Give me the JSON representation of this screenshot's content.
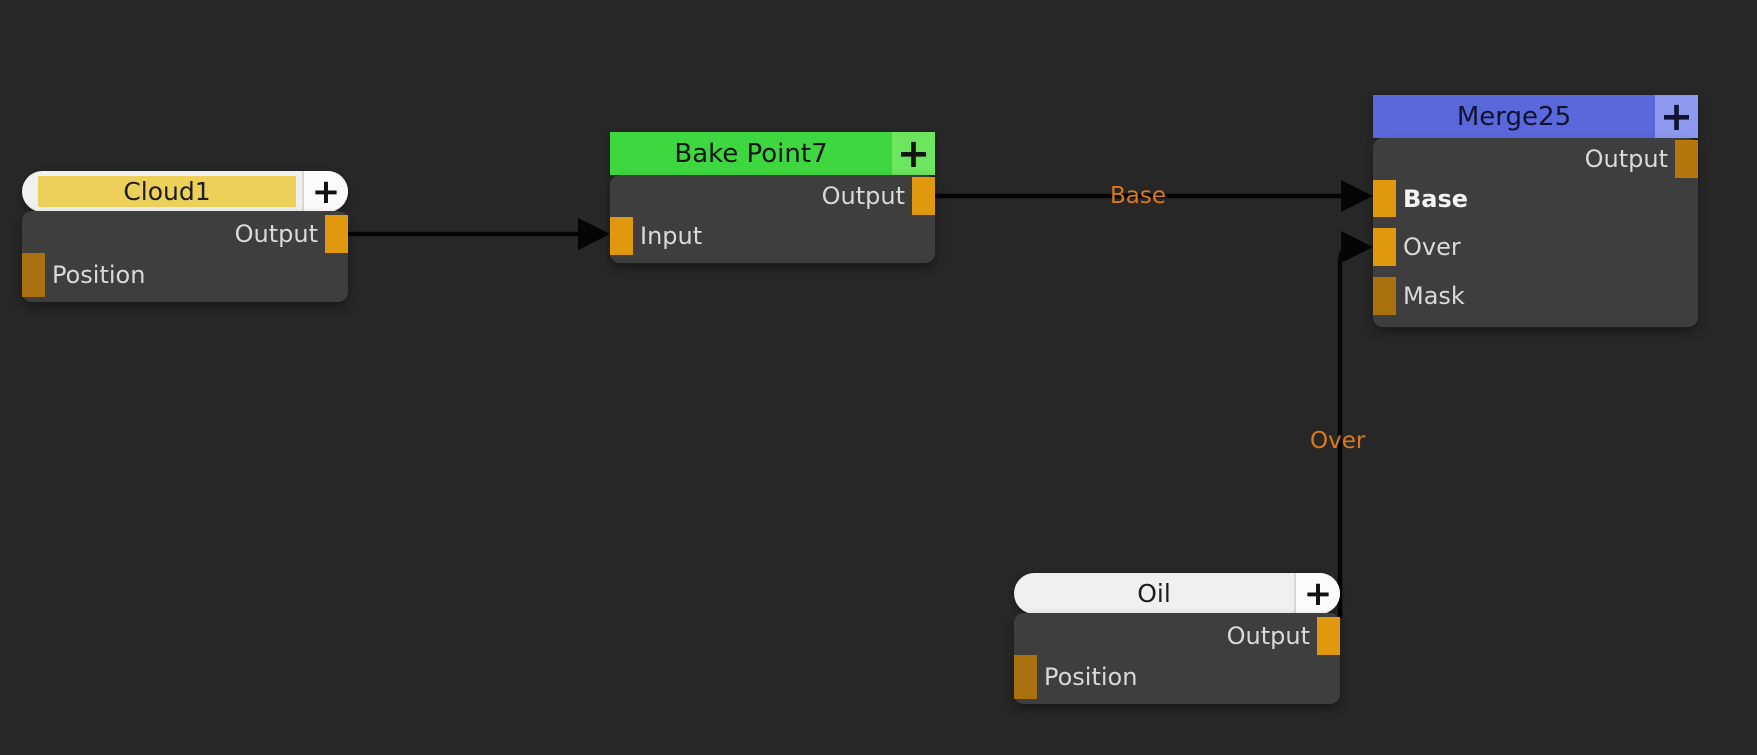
{
  "app": {
    "type": "node-graph-editor"
  },
  "colors": {
    "background": "#272727",
    "node_body": "#3e3e3e",
    "port_connected": "#e0990f",
    "port_idle": "#a9700e",
    "wire": "#050505",
    "wire_label": "#d9791b",
    "cloud_header_fill": "#ecd05a",
    "bake_header": "#3fd73f",
    "bake_header_plus": "#6ce55f",
    "merge_header": "#5a68dc",
    "merge_header_plus": "#8c99ef",
    "pill_header": "#f0f0f0"
  },
  "nodes": [
    {
      "title": "Cloud1",
      "plus_label": "+",
      "ports": [
        {
          "name": "Output",
          "side": "right",
          "state": "connected"
        },
        {
          "name": "Position",
          "side": "left",
          "state": "idle"
        }
      ]
    },
    {
      "title": "Bake Point7",
      "plus_label": "+",
      "ports": [
        {
          "name": "Output",
          "side": "right",
          "state": "connected"
        },
        {
          "name": "Input",
          "side": "left",
          "state": "connected"
        }
      ]
    },
    {
      "title": "Merge25",
      "plus_label": "+",
      "ports": [
        {
          "name": "Output",
          "side": "right",
          "state": "idle"
        },
        {
          "name": "Base",
          "side": "left",
          "state": "connected",
          "emphasis": true
        },
        {
          "name": "Over",
          "side": "left",
          "state": "connected"
        },
        {
          "name": "Mask",
          "side": "left",
          "state": "idle"
        }
      ]
    },
    {
      "title": "Oil",
      "plus_label": "+",
      "ports": [
        {
          "name": "Output",
          "side": "right",
          "state": "connected"
        },
        {
          "name": "Position",
          "side": "left",
          "state": "idle"
        }
      ]
    }
  ],
  "connections": [
    {
      "from": "Cloud1.Output",
      "to": "Bake Point7.Input",
      "label": ""
    },
    {
      "from": "Bake Point7.Output",
      "to": "Merge25.Base",
      "label": "Base"
    },
    {
      "from": "Oil.Output",
      "to": "Merge25.Over",
      "label": "Over"
    }
  ]
}
